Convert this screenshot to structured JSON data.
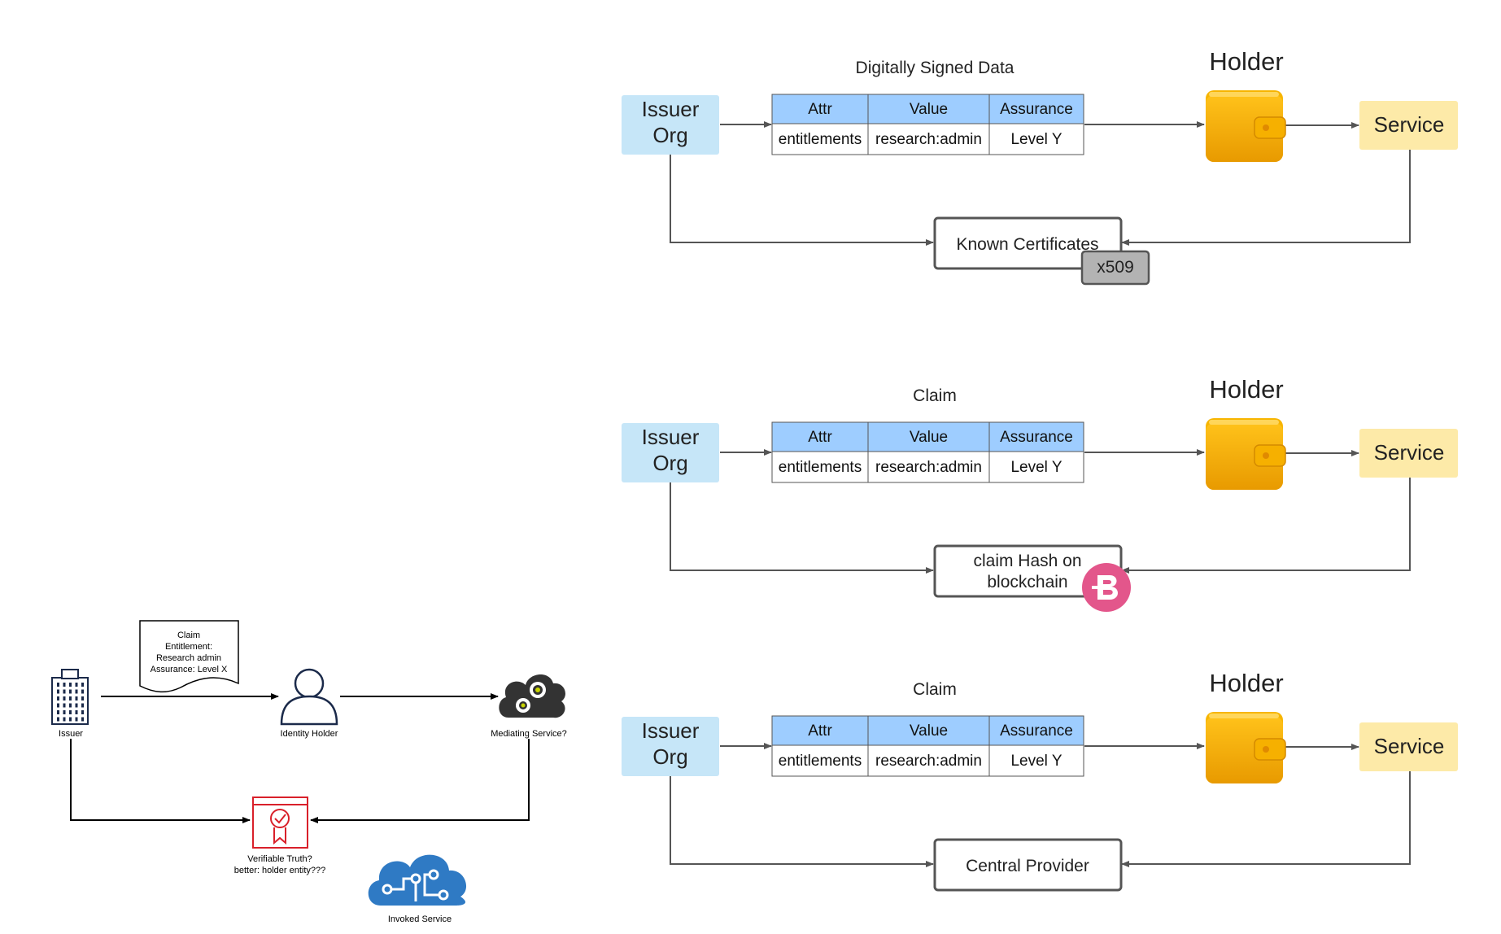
{
  "left_diagram": {
    "issuer_label": "Issuer",
    "holder_label": "Identity Holder",
    "mediating_label": "Mediating Service?",
    "verifiable_lines": [
      "Verifiable Truth?",
      "better: holder entity???"
    ],
    "invoked_label": "Invoked Service",
    "claim_doc_lines": [
      "Claim",
      "Entitlement:",
      "Research admin",
      "Assurance: Level X"
    ]
  },
  "flows": [
    {
      "title": "Digitally Signed Data",
      "issuer_lines": [
        "Issuer",
        "Org"
      ],
      "holder_label": "Holder",
      "service_label": "Service",
      "table": {
        "headers": [
          "Attr",
          "Value",
          "Assurance"
        ],
        "row": [
          "entitlements",
          "research:admin",
          "Level Y"
        ]
      },
      "verifier_lines": [
        "Known Certificates"
      ],
      "badge": {
        "kind": "tag",
        "text": "x509"
      }
    },
    {
      "title": "Claim",
      "issuer_lines": [
        "Issuer",
        "Org"
      ],
      "holder_label": "Holder",
      "service_label": "Service",
      "table": {
        "headers": [
          "Attr",
          "Value",
          "Assurance"
        ],
        "row": [
          "entitlements",
          "research:admin",
          "Level Y"
        ]
      },
      "verifier_lines": [
        "claim Hash on",
        "blockchain"
      ],
      "badge": {
        "kind": "blockchain-coin-icon",
        "text": ""
      }
    },
    {
      "title": "Claim",
      "issuer_lines": [
        "Issuer",
        "Org"
      ],
      "holder_label": "Holder",
      "service_label": "Service",
      "table": {
        "headers": [
          "Attr",
          "Value",
          "Assurance"
        ],
        "row": [
          "entitlements",
          "research:admin",
          "Level Y"
        ]
      },
      "verifier_lines": [
        "Central Provider"
      ],
      "badge": null
    }
  ],
  "colors": {
    "issuer_fill": "#c6e6f8",
    "table_header": "#9ecdff",
    "service_fill": "#fdeaa8",
    "wallet_top": "#f7b500",
    "wallet_body": "#f2a900",
    "tag_fill": "#b3b3b3",
    "coin": "#e3568b",
    "connector": "#555555",
    "left_connector": "#000000",
    "verifiable_red": "#d9202a",
    "cloud_blue": "#2f7ac4"
  }
}
